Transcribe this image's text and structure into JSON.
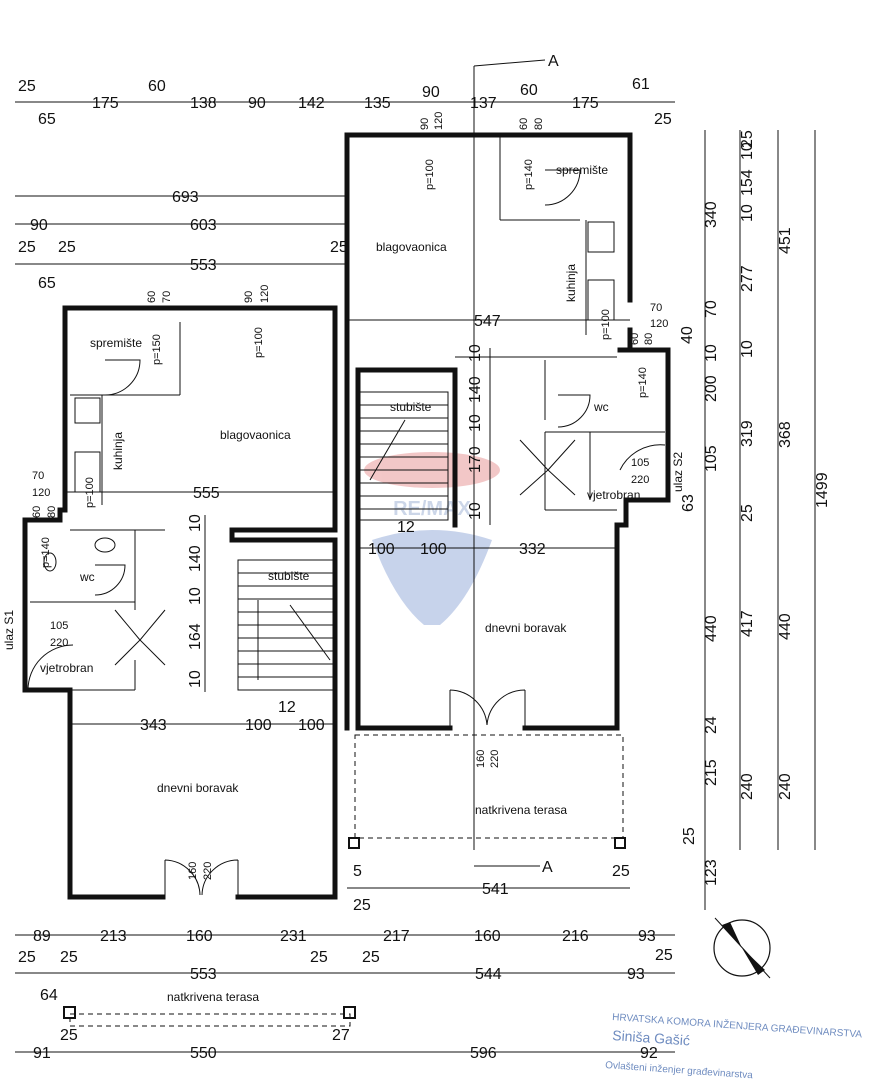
{
  "top_dims": {
    "upper_row": [
      "25",
      "60",
      "90",
      "60",
      "61"
    ],
    "main_row": [
      "175",
      "138",
      "90",
      "142",
      "135",
      "137",
      "175"
    ],
    "lower_row": [
      "65",
      "25"
    ],
    "section_letter": "A"
  },
  "left_dims": {
    "d693": "693",
    "d90": "90",
    "d603": "603",
    "d25a": "25",
    "d25b": "25",
    "d25c": "25",
    "d553": "553",
    "d65": "65"
  },
  "rooms": {
    "blagovaonica_upper": "blagovaonica",
    "spremiste_upper": "spremište",
    "kuhinja_upper": "kuhinja",
    "spremiste_lower": "spremište",
    "blagovaonica_lower": "blagovaonica",
    "kuhinja_lower": "kuhinja",
    "stubiste_upper": "stubište",
    "wc_upper": "wc",
    "vjetrobran_upper": "vjetrobran",
    "stubiste_lower": "stubište",
    "wc_lower": "wc",
    "vjetrobran_lower": "vjetrobran",
    "dnevni_boravak_upper": "dnevni boravak",
    "dnevni_boravak_lower": "dnevni boravak",
    "natkrivena_terasa_upper": "natkrivena terasa",
    "natkrivena_terasa_lower": "natkrivena terasa",
    "ulaz_s1": "ulaz S1",
    "ulaz_s2": "ulaz S2"
  },
  "openings": {
    "p100a": "p=100",
    "p140a": "p=140",
    "p150": "p=150",
    "p100b": "p=100",
    "p100c": "p=100",
    "p140b": "p=140",
    "p100d": "p=100",
    "p140c": "p=140",
    "w90": "90",
    "w120": "120",
    "w60": "60",
    "w80": "80",
    "w60b": "60",
    "w70": "70",
    "w90b": "90",
    "w120b": "120",
    "w70b": "70",
    "w120c": "120",
    "w60c": "60",
    "w80b": "80",
    "w70c": "70",
    "w120d": "120",
    "w60d": "60",
    "w80c": "80",
    "w105a": "105",
    "w220a": "220",
    "w105b": "105",
    "w220b": "220",
    "w160a": "160",
    "w220c": "220",
    "w160b": "160",
    "w220d": "220"
  },
  "inner_dims": {
    "d547": "547",
    "d555": "555",
    "d332": "332",
    "d100a": "100",
    "d100b": "100",
    "d100c": "100",
    "d100d": "100",
    "d343": "343",
    "d12a": "12",
    "d12b": "12",
    "d10a": "10",
    "d140a": "140",
    "d10b": "10",
    "d170": "170",
    "d10c": "10",
    "d10d": "10",
    "d140b": "140",
    "d10e": "10",
    "d164": "164",
    "d10f": "10",
    "d541": "541",
    "d5": "5",
    "d25e": "25",
    "d25f": "25",
    "d63": "63",
    "d40": "40"
  },
  "right_dims": {
    "col1": [
      "25",
      "10",
      "154",
      "340",
      "10",
      "277",
      "70",
      "10",
      "200",
      "105",
      "25",
      "440",
      "24",
      "215",
      "25",
      "123"
    ],
    "col2": [
      "25",
      "10",
      "319",
      "417",
      "240"
    ],
    "col3": [
      "451",
      "368",
      "440",
      "240"
    ],
    "total": "1499"
  },
  "bottom_dims": {
    "row1": [
      "89",
      "213",
      "160",
      "231",
      "217",
      "160",
      "216",
      "93"
    ],
    "row2_left": [
      "25",
      "25",
      "553",
      "25",
      "25"
    ],
    "row2_right": [
      "544",
      "93",
      "25"
    ],
    "d64": "64",
    "terasa": "natkrivena terasa",
    "row3_top": [
      "25",
      "27"
    ],
    "row3": [
      "91",
      "550",
      "596",
      "92"
    ]
  },
  "watermark": "RE/MAX",
  "stamp": {
    "line1": "HRVATSKA KOMORA INŽENJERA GRAĐEVINARSTVA",
    "line2": "Siniša Gašić",
    "line3": "Ovlašteni inženjer građevinarstva"
  }
}
